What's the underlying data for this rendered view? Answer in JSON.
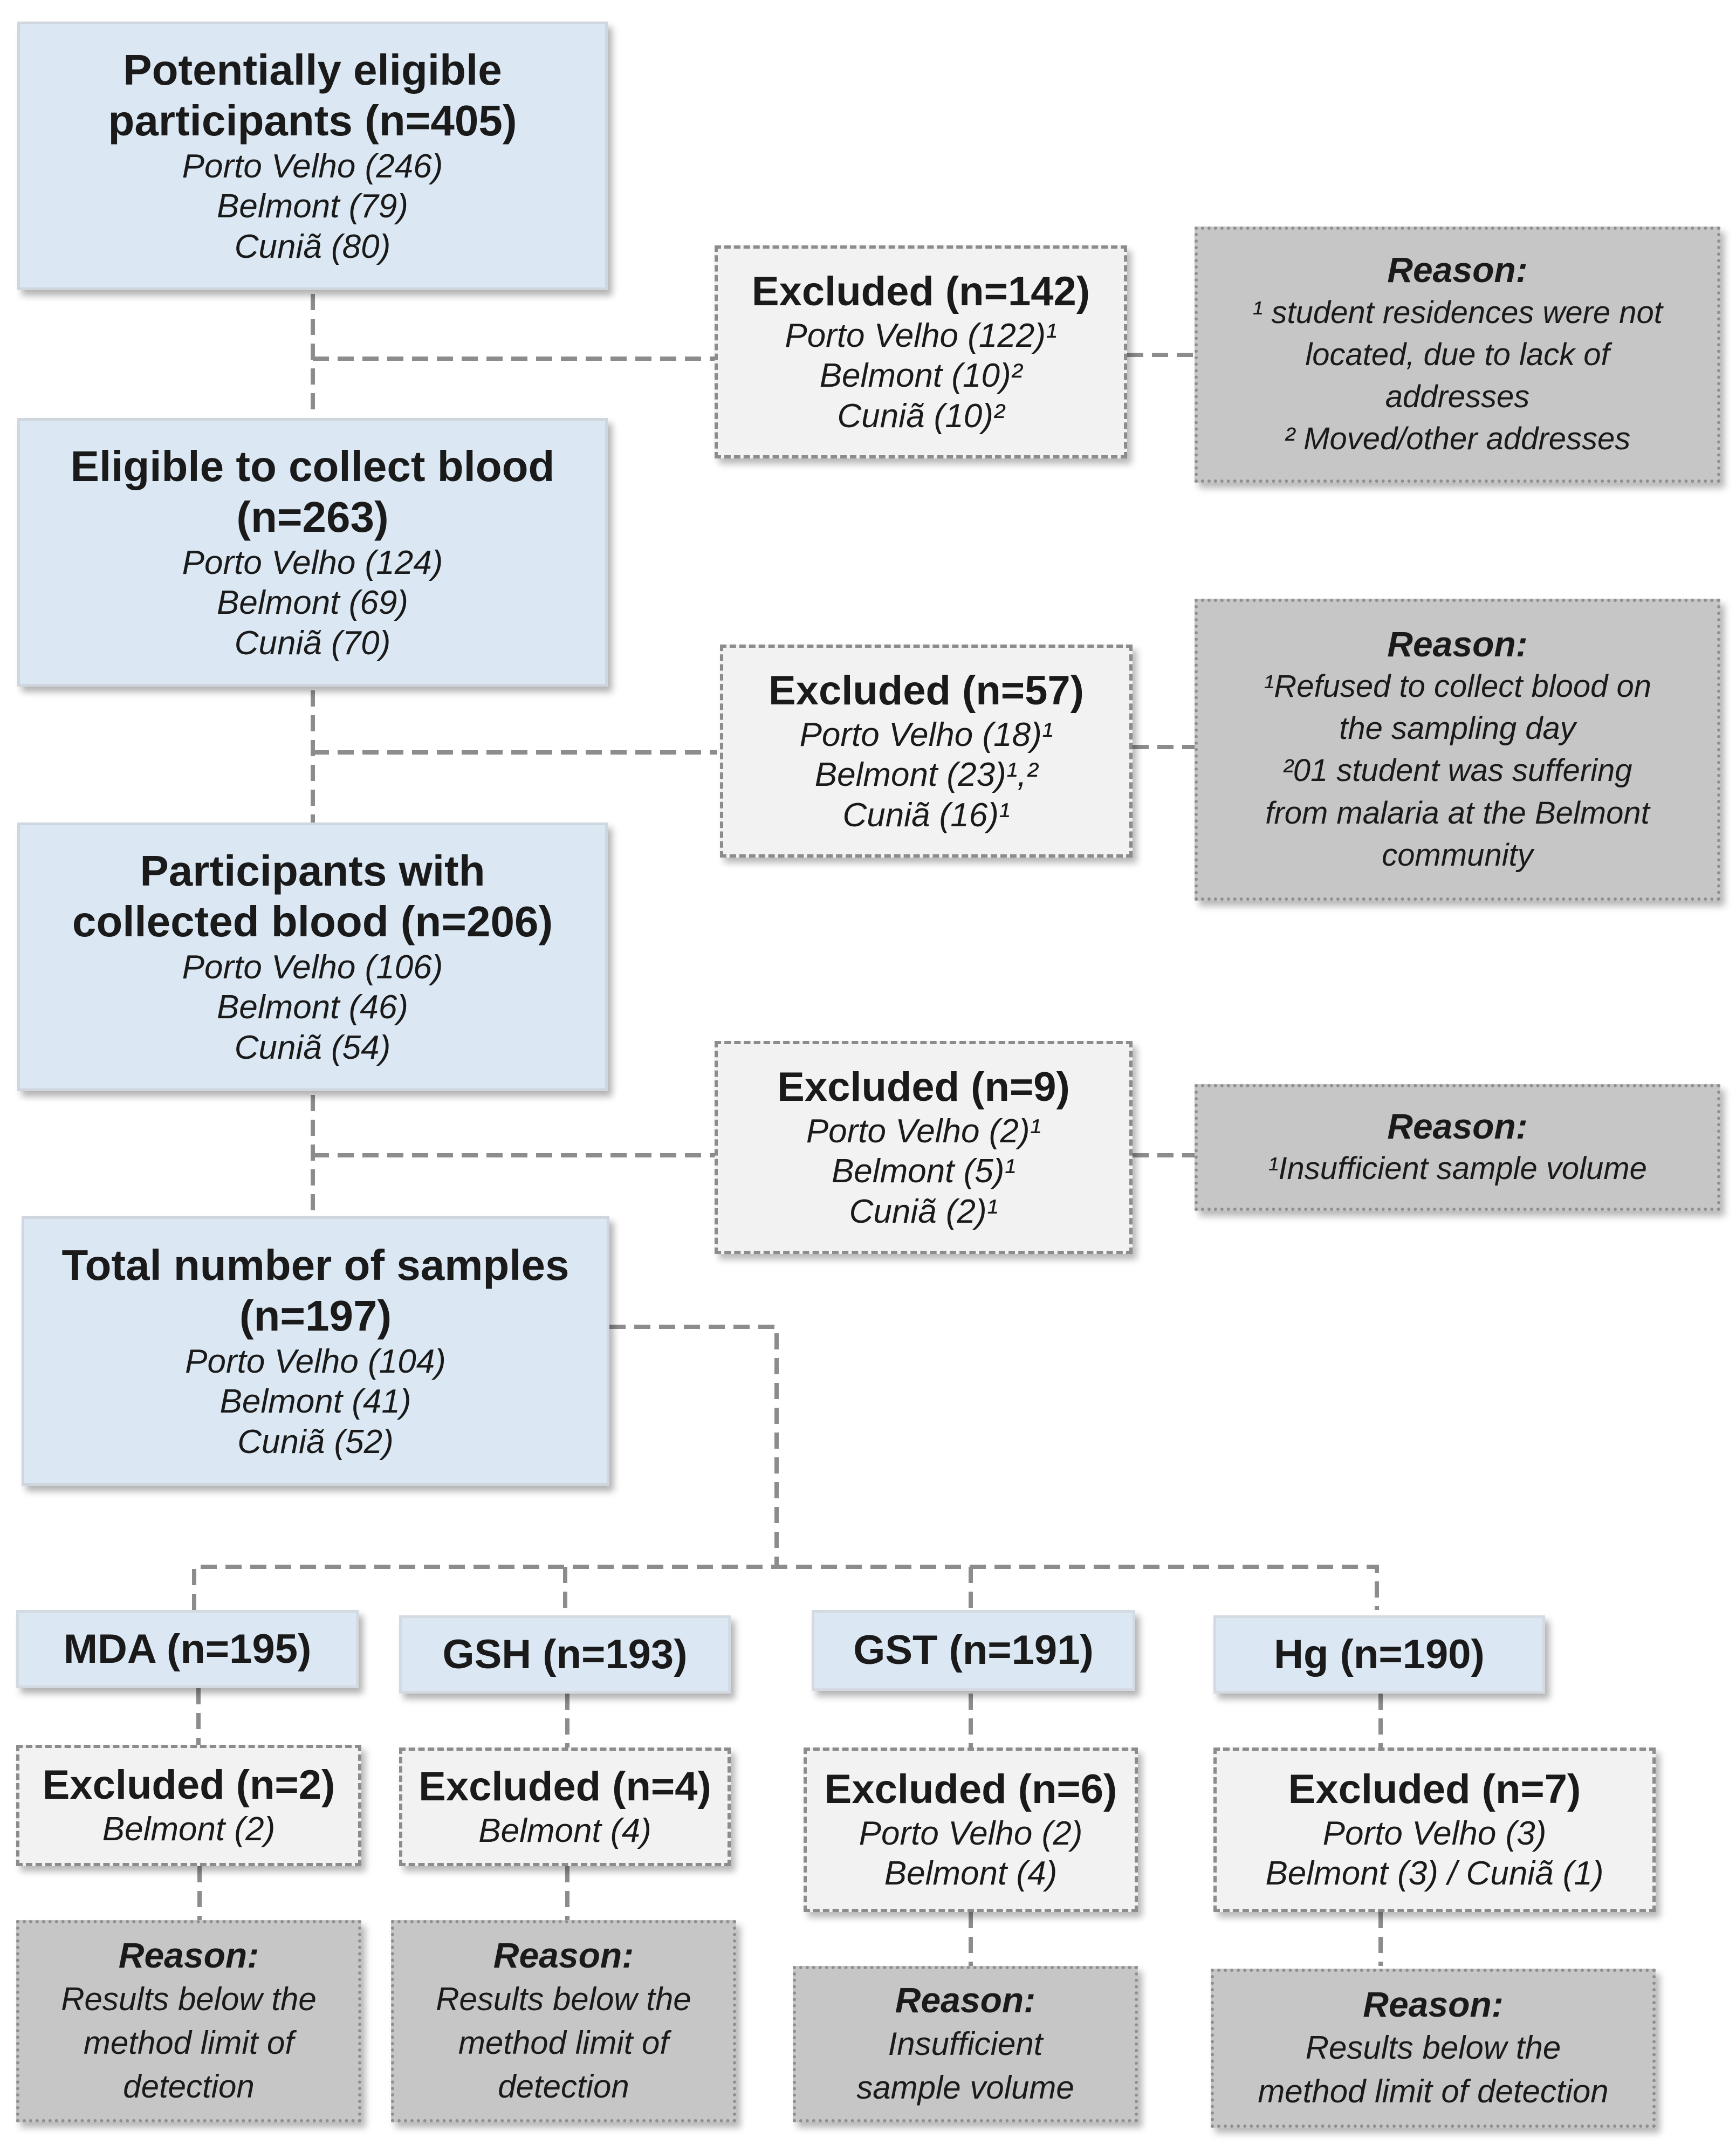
{
  "main_boxes": [
    {
      "title": [
        "Potentially eligible",
        "participants (n=405)"
      ],
      "items": [
        "Porto Velho (246)",
        "Belmont (79)",
        "Cuniã (80)"
      ]
    },
    {
      "title": [
        "Eligible to collect blood",
        "(n=263)"
      ],
      "items": [
        "Porto Velho (124)",
        "Belmont (69)",
        "Cuniã (70)"
      ]
    },
    {
      "title": [
        "Participants with",
        "collected blood (n=206)"
      ],
      "items": [
        "Porto Velho (106)",
        "Belmont (46)",
        "Cuniã (54)"
      ]
    },
    {
      "title": [
        "Total number of samples",
        "(n=197)"
      ],
      "items": [
        "Porto Velho (104)",
        "Belmont (41)",
        "Cuniã (52)"
      ]
    }
  ],
  "excluded_boxes": [
    {
      "title": "Excluded (n=142)",
      "items": [
        "Porto Velho (122)¹",
        "Belmont (10)²",
        "Cuniã (10)²"
      ]
    },
    {
      "title": "Excluded (n=57)",
      "items": [
        "Porto Velho (18)¹",
        "Belmont (23)¹,²",
        "Cuniã (16)¹"
      ]
    },
    {
      "title": "Excluded (n=9)",
      "items": [
        "Porto Velho (2)¹",
        "Belmont (5)¹",
        "Cuniã (2)¹"
      ]
    }
  ],
  "reason_boxes": [
    {
      "title": "Reason:",
      "lines": [
        "¹ student residences were not",
        "located, due to lack of",
        "addresses",
        "² Moved/other addresses"
      ]
    },
    {
      "title": "Reason:",
      "lines": [
        "¹Refused to collect blood on",
        "the sampling day",
        "²01 student was suffering",
        "from malaria at the Belmont",
        "community"
      ]
    },
    {
      "title": "Reason:",
      "lines": [
        "¹Insufficient sample volume"
      ]
    }
  ],
  "assays": [
    {
      "label": "MDA (n=195)",
      "excluded_title": "Excluded (n=2)",
      "excluded_items": [
        "Belmont (2)"
      ],
      "reason_title": "Reason:",
      "reason_lines": [
        "Results below the",
        "method limit of",
        "detection"
      ]
    },
    {
      "label": "GSH (n=193)",
      "excluded_title": "Excluded (n=4)",
      "excluded_items": [
        "Belmont (4)"
      ],
      "reason_title": "Reason:",
      "reason_lines": [
        "Results below the",
        "method limit of",
        "detection"
      ]
    },
    {
      "label": "GST (n=191)",
      "excluded_title": "Excluded (n=6)",
      "excluded_items": [
        "Porto Velho (2)",
        "Belmont (4)"
      ],
      "reason_title": "Reason:",
      "reason_lines": [
        "Insufficient",
        "sample volume"
      ]
    },
    {
      "label": "Hg (n=190)",
      "excluded_title": "Excluded (n=7)",
      "excluded_items": [
        "Porto Velho (3)",
        "Belmont (3) / Cuniã (1)"
      ],
      "reason_title": "Reason:",
      "reason_lines": [
        "Results below the",
        "method limit of detection"
      ]
    }
  ],
  "colors": {
    "main_fill": "#dbe7f2",
    "excluded_fill": "#f2f2f2",
    "reason_fill": "#c6c6c6",
    "connector": "#8c8c8c"
  }
}
